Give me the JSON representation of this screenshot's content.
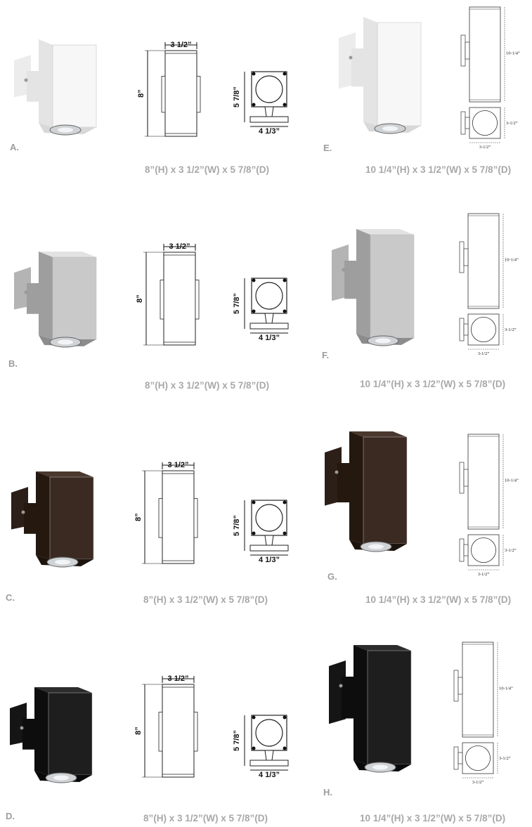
{
  "items": [
    {
      "letter": "A.",
      "finish": "white",
      "dims": "8”(H) x 3 1/2”(W) x 5 7/8”(D)",
      "w_label": "3 1/2”",
      "h_label": "8”",
      "d_label": "5 7/8”",
      "b_label": "4 1/3”"
    },
    {
      "letter": "B.",
      "finish": "silver",
      "dims": "8”(H) x 3 1/2”(W) x 5 7/8”(D)",
      "w_label": "3 1/2”",
      "h_label": "8”",
      "d_label": "5 7/8”",
      "b_label": "4 1/3”"
    },
    {
      "letter": "C.",
      "finish": "bronze",
      "dims": "8”(H) x 3 1/2”(W) x 5 7/8”(D)",
      "w_label": "3 1/2”",
      "h_label": "8”",
      "d_label": "5 7/8”",
      "b_label": "4 1/3”"
    },
    {
      "letter": "D.",
      "finish": "black",
      "dims": "8”(H) x 3 1/2”(W) x 5 7/8”(D)",
      "w_label": "3 1/2”",
      "h_label": "8”",
      "d_label": "5 7/8”",
      "b_label": "4 1/3”"
    },
    {
      "letter": "E.",
      "finish": "white",
      "dims": "10 1/4”(H) x 3 1/2”(W) x 5 7/8”(D)",
      "h_label": "10-1/4”",
      "w_label": "3-1/2”",
      "d_label": "3-1/2”"
    },
    {
      "letter": "F.",
      "finish": "silver",
      "dims": "10 1/4”(H) x 3 1/2”(W) x 5 7/8”(D)",
      "h_label": "10-1/4”",
      "w_label": "3-1/2”",
      "d_label": "3-1/2”"
    },
    {
      "letter": "G.",
      "finish": "bronze",
      "dims": "10 1/4”(H) x 3 1/2”(W) x 5 7/8”(D)",
      "h_label": "10-1/4”",
      "w_label": "3-1/2”",
      "d_label": "3-1/2”"
    },
    {
      "letter": "H.",
      "finish": "black",
      "dims": "10 1/4”(H) x 3 1/2”(W) x 5 7/8”(D)",
      "h_label": "10-1/4”",
      "w_label": "3-1/2”",
      "d_label": "3-1/2”"
    }
  ],
  "finish_colors": {
    "white": {
      "front": "#f7f7f7",
      "side": "#e4e4e4",
      "top": "#ffffff",
      "plate": "#ececec",
      "bottom": "#d8d8d8"
    },
    "silver": {
      "front": "#c9c9c9",
      "side": "#9e9e9e",
      "top": "#e2e2e2",
      "plate": "#b4b4b4",
      "bottom": "#8c8c8c"
    },
    "bronze": {
      "front": "#3a2a22",
      "side": "#24180f",
      "top": "#4a382e",
      "plate": "#2c1f18",
      "bottom": "#1d130d"
    },
    "black": {
      "front": "#1e1e1e",
      "side": "#0d0d0d",
      "top": "#2c2c2c",
      "plate": "#151515",
      "bottom": "#0a0a0a"
    }
  }
}
